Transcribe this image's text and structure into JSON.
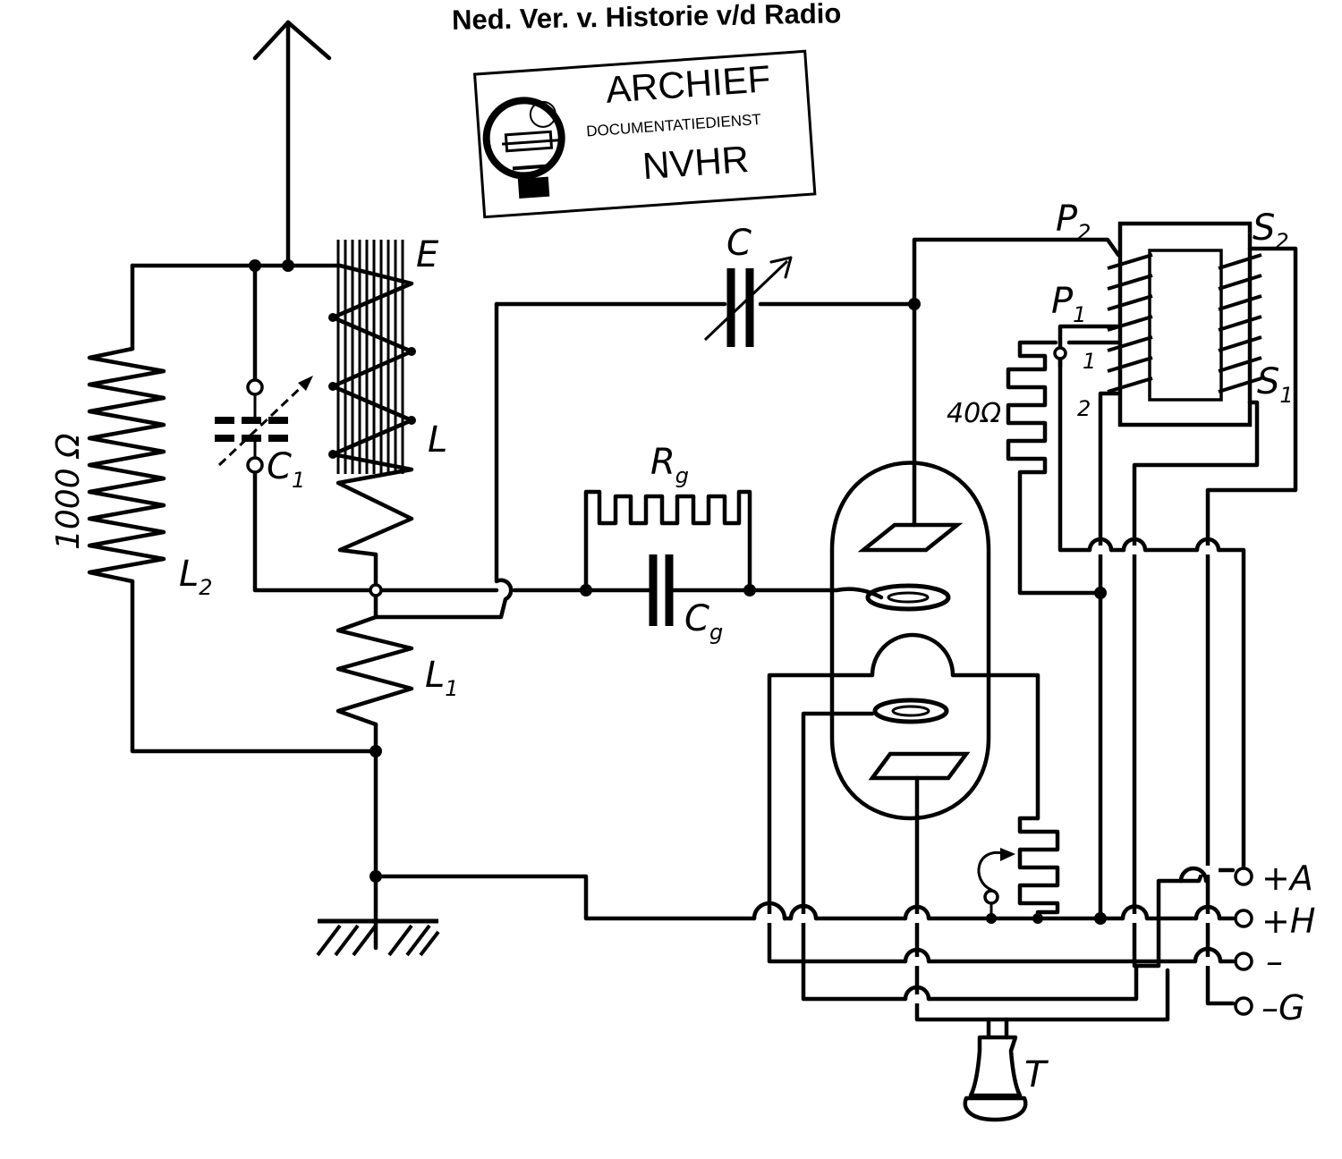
{
  "header": {
    "title": "Ned. Ver. v. Historie v/d Radio"
  },
  "stamp": {
    "line1": "ARCHIEF",
    "line2": "DOCUMENTATIEDIENST",
    "line3": "NVHR"
  },
  "labels": {
    "E": "E",
    "L": "L",
    "C": "C",
    "C1": {
      "main": "C",
      "sub": "1"
    },
    "L1": {
      "main": "L",
      "sub": "1"
    },
    "L2": {
      "main": "L",
      "sub": "2"
    },
    "Rg": {
      "main": "R",
      "sub": "g"
    },
    "Cg": {
      "main": "C",
      "sub": "g"
    },
    "P1": {
      "main": "P",
      "sub": "1"
    },
    "P2": {
      "main": "P",
      "sub": "2"
    },
    "S1": {
      "main": "S",
      "sub": "1"
    },
    "S2": {
      "main": "S",
      "sub": "2"
    },
    "tap1": "1",
    "tap2": "2",
    "res1000": "1000 Ω",
    "res40": "40Ω",
    "T": "T"
  },
  "terminals": {
    "plusA": "+A",
    "plusH": "+H",
    "minus": "–",
    "minusG": "–G"
  }
}
